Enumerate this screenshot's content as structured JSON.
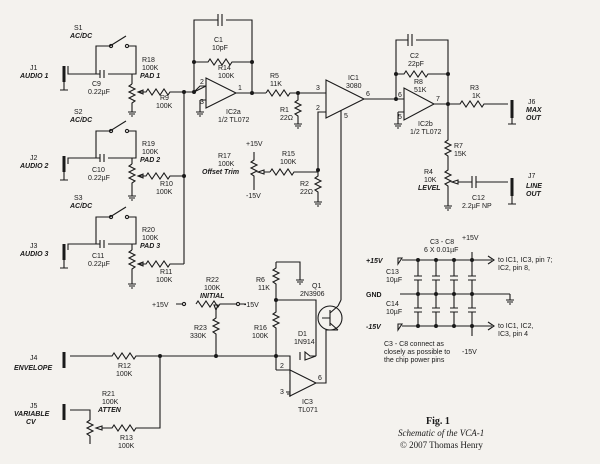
{
  "caption": {
    "fig": "Fig. 1",
    "title": "Schematic of the VCA-1",
    "copyright": "© 2007 Thomas Henry"
  },
  "inputs": {
    "s1": "S1",
    "s1_type": "AC/DC",
    "s2": "S2",
    "s2_type": "AC/DC",
    "s3": "S3",
    "s3_type": "AC/DC",
    "j1": "J1",
    "j1_name": "AUDIO 1",
    "j2": "J2",
    "j2_name": "AUDIO 2",
    "j3": "J3",
    "j3_name": "AUDIO 3",
    "c9": "C9",
    "c9_val": "0.22µF",
    "c10": "C10",
    "c10_val": "0.22µF",
    "c11": "C11",
    "c11_val": "0.22µF",
    "r18": "R18",
    "r18_val": "100K",
    "r18_name": "PAD 1",
    "r19": "R19",
    "r19_val": "100K",
    "r19_name": "PAD 2",
    "r20": "R20",
    "r20_val": "100K",
    "r20_name": "PAD 3",
    "r9": "R9",
    "r9_val": "100K",
    "r10": "R10",
    "r10_val": "100K",
    "r11": "R11",
    "r11_val": "100K"
  },
  "mixer": {
    "c1": "C1",
    "c1_val": "10pF",
    "r14": "R14",
    "r14_val": "100K",
    "ic2a": "IC2a",
    "ic2a_type": "1/2 TL072",
    "pin2": "2",
    "pin3": "3",
    "pin1": "1"
  },
  "vca": {
    "r5": "R5",
    "r5_val": "11K",
    "r1": "R1",
    "r1_val": "22Ω",
    "r2": "R2",
    "r2_val": "22Ω",
    "r15": "R15",
    "r15_val": "100K",
    "r17": "R17",
    "r17_val": "100K",
    "r17_name": "Offset Trim",
    "p15": "+15V",
    "m15": "-15V",
    "ic1": "IC1",
    "ic1_type": "3080",
    "pin3": "3",
    "pin2": "2",
    "pin5": "5",
    "pin6": "6"
  },
  "output": {
    "c2": "C2",
    "c2_val": "22pF",
    "r8": "R8",
    "r8_val": "51K",
    "ic2b": "IC2b",
    "ic2b_type": "1/2 TL072",
    "pin6": "6",
    "pin5": "5",
    "pin7": "7",
    "r3": "R3",
    "r3_val": "1K",
    "r7": "R7",
    "r7_val": "15K",
    "r4": "R4",
    "r4_val": "10K",
    "r4_name": "LEVEL",
    "c12": "C12",
    "c12_val": "2.2µF NP",
    "j6": "J6",
    "j6_name1": "MAX",
    "j6_name2": "OUT",
    "j7": "J7",
    "j7_name1": "LINE",
    "j7_name2": "OUT"
  },
  "cv": {
    "r22": "R22",
    "r22_val": "100K",
    "r22_name": "INITIAL",
    "p15": "+15V",
    "m15": "-15V",
    "r23": "R23",
    "r23_val": "330K",
    "r6": "R6",
    "r6_val": "11K",
    "q1": "Q1",
    "q1_type": "2N3906",
    "r16": "R16",
    "r16_val": "100K",
    "d1": "D1",
    "d1_type": "1N914",
    "ic3": "IC3",
    "ic3_type": "TL071",
    "pin2": "2",
    "pin3": "3",
    "pin6": "6",
    "j4": "J4",
    "j4_name": "ENVELOPE",
    "j5": "J5",
    "j5_name1": "VARIABLE",
    "j5_name2": "CV",
    "r12": "R12",
    "r12_val": "100K",
    "r21": "R21",
    "r21_val": "100K",
    "r21_name": "ATTEN",
    "r13": "R13",
    "r13_val": "100K"
  },
  "power": {
    "c3c8": "C3 - C8",
    "c3c8_val": "6 X 0.01µF",
    "p15": "+15V",
    "p15_top": "+15V",
    "gnd": "GND",
    "m15": "-15V",
    "m15_bot": "-15V",
    "c13": "C13",
    "c13_val": "10µF",
    "c14": "C14",
    "c14_val": "10µF",
    "to_p1": "to IC1, IC3, pin 7;",
    "to_p2": "IC2, pin 8,",
    "to_m1": "to IC1, IC2,",
    "to_m2": "IC3, pin 4",
    "note1": "C3 - C8 connect as",
    "note2": "closely as possible to",
    "note3": "the chip power pins"
  }
}
